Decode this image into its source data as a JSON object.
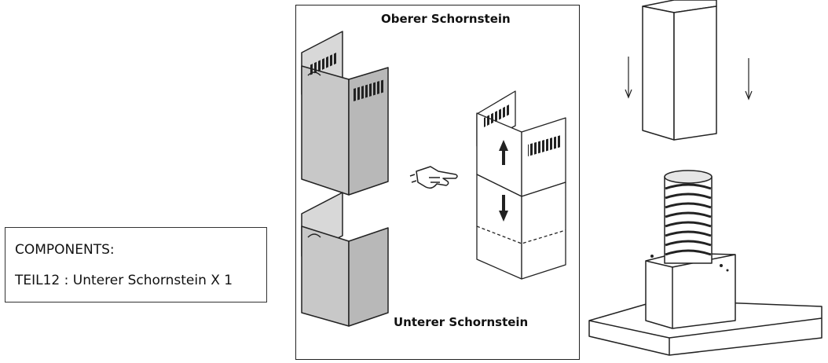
{
  "components": {
    "title": "COMPONENTS:",
    "item": "TEIL12 : Unterer Schornstein X 1"
  },
  "panel": {
    "upper_label": "Oberer Schornstein",
    "lower_label": "Unterer Schornstein"
  },
  "icons": [
    "hand-pointing-icon",
    "arrow-up-icon",
    "arrow-down-icon"
  ],
  "colors": {
    "line": "#222222",
    "chimney_fill": "#c8c8c8",
    "chimney_shade": "#b4b4b4"
  }
}
